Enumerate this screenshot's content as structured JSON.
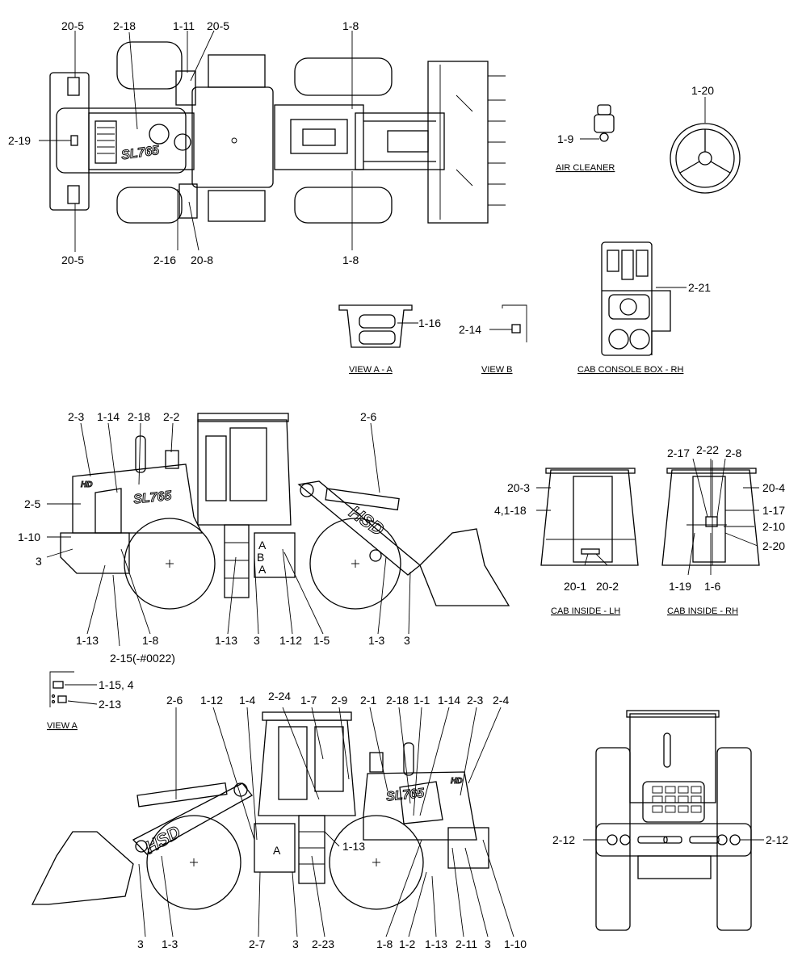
{
  "captions": {
    "air_cleaner": "AIR CLEANER",
    "view_aa": "VIEW A - A",
    "view_b": "VIEW B",
    "cab_console": "CAB CONSOLE BOX - RH",
    "cab_lh": "CAB INSIDE - LH",
    "cab_rh": "CAB INSIDE - RH",
    "view_a": "VIEW A"
  },
  "logos": {
    "model": "SL765",
    "brand": "HSD",
    "maker": "HD"
  },
  "section_letters": {
    "a": "A",
    "b": "B"
  },
  "callouts": {
    "top": [
      "20-5",
      "2-18",
      "1-11",
      "20-5",
      "1-8",
      "2-19",
      "20-5",
      "2-16",
      "20-8",
      "1-8"
    ],
    "aux": [
      "1-20",
      "1-9",
      "2-21",
      "1-16",
      "2-14"
    ],
    "left": [
      "2-3",
      "1-14",
      "2-18",
      "2-2",
      "2-6",
      "2-5",
      "1-10",
      "3",
      "1-13",
      "2-15(-#0022)",
      "1-8",
      "1-13",
      "3",
      "1-12",
      "1-5",
      "1-3",
      "3"
    ],
    "cab": [
      "20-3",
      "4,1-18",
      "20-1",
      "20-2",
      "2-17",
      "2-22",
      "2-8",
      "20-4",
      "1-17",
      "2-10",
      "2-20",
      "1-19",
      "1-6"
    ],
    "viewa": [
      "1-15, 4",
      "2-13"
    ],
    "right": [
      "2-6",
      "1-12",
      "1-4",
      "2-24",
      "1-7",
      "2-9",
      "2-1",
      "2-18",
      "1-1",
      "1-14",
      "2-3",
      "2-4",
      "1-13",
      "3",
      "1-3",
      "2-7",
      "3",
      "2-23",
      "1-8",
      "1-2",
      "1-13",
      "2-11",
      "3",
      "1-10"
    ],
    "rear": [
      "2-12",
      "2-12"
    ]
  }
}
